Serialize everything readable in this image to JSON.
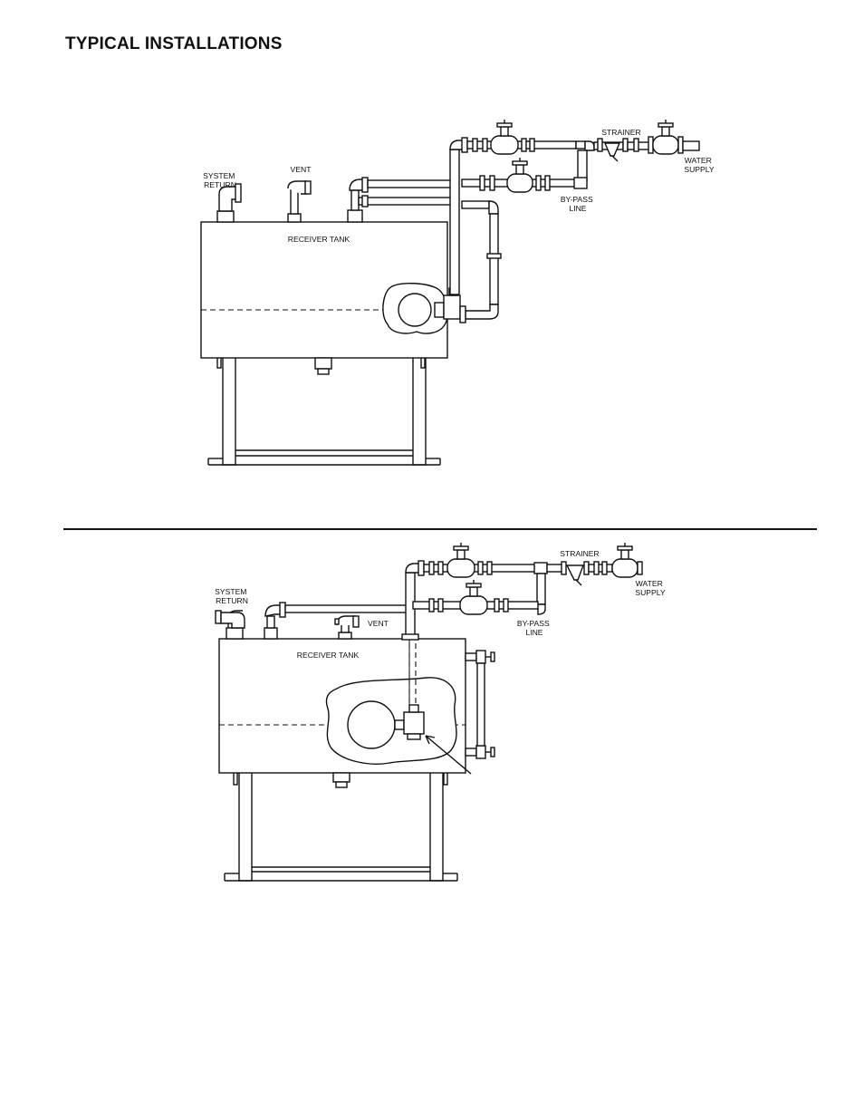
{
  "page": {
    "title": "TYPICAL INSTALLATIONS"
  },
  "diagram1": {
    "labels": {
      "system_return": [
        "SYSTEM",
        "RETURN"
      ],
      "vent": "VENT",
      "receiver_tank": "RECEIVER TANK",
      "strainer": "STRAINER",
      "water_supply": [
        "WATER",
        "SUPPLY"
      ],
      "bypass_line": [
        "BY-PASS",
        "LINE"
      ]
    }
  },
  "diagram2": {
    "labels": {
      "system_return": [
        "SYSTEM",
        "RETURN"
      ],
      "vent": "VENT",
      "receiver_tank": "RECEIVER TANK",
      "strainer": "STRAINER",
      "water_supply": [
        "WATER",
        "SUPPLY"
      ],
      "bypass_line": [
        "BY-PASS",
        "LINE"
      ]
    }
  }
}
